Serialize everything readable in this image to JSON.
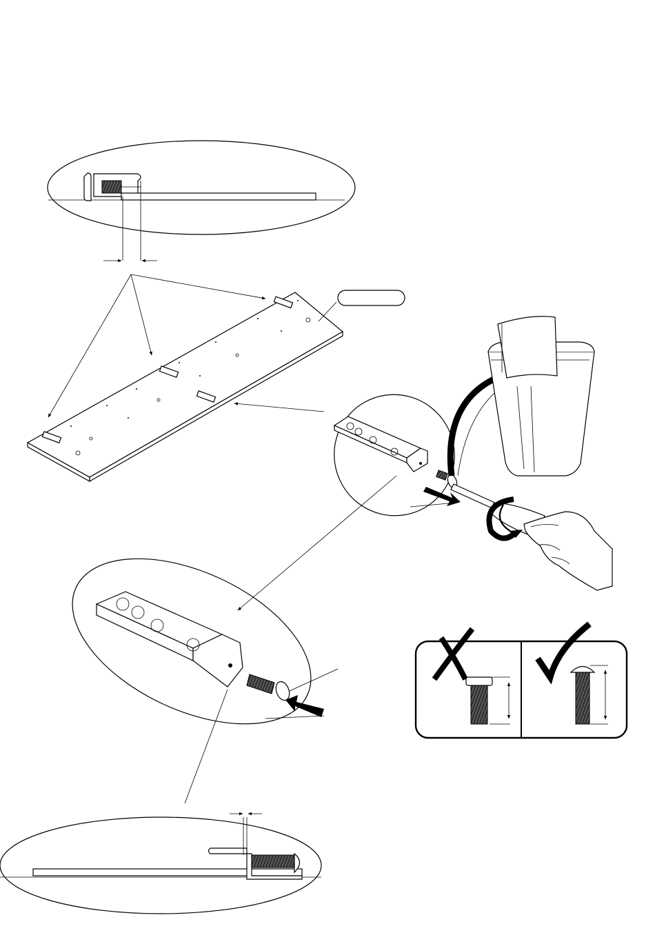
{
  "diagram": {
    "type": "assembly-instruction",
    "panel_label": "",
    "screw_check": {
      "wrong_mark": "cross",
      "right_mark": "check"
    },
    "colors": {
      "line": "#000000",
      "background": "#ffffff"
    },
    "icons": [
      "bracket-icon",
      "screw-icon",
      "screwdriver-icon",
      "hand-icon",
      "trash-bin-icon",
      "cross-mark-icon",
      "check-mark-icon",
      "push-arrow-icon",
      "rotate-arrow-icon"
    ]
  }
}
